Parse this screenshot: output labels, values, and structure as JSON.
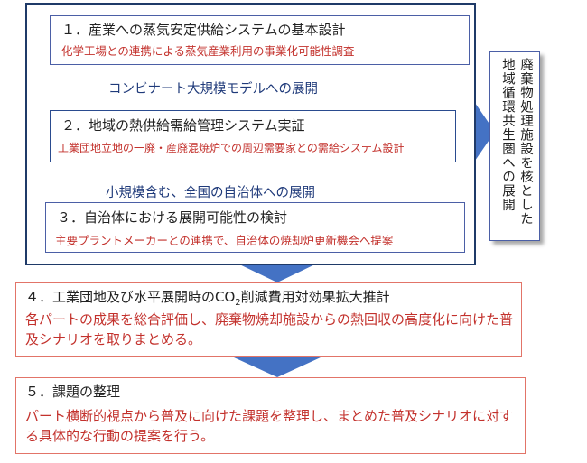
{
  "box1": {
    "title": "１．産業への蒸気安定供給システムの基本設計",
    "subtitle": "化学工場との連携による蒸気産業利用の事業化可能性調査"
  },
  "arrow_label_1": "コンビナート大規模モデルへの展開",
  "box2": {
    "title": "２．地域の熱供給需給管理システム実証",
    "subtitle": "工業団地立地の一廃・産廃混焼炉での周辺需要家との需給システム設計"
  },
  "arrow_label_2": "小規模含む、全国の自治体への展開",
  "box3": {
    "title": "３．自治体における展開可能性の検討",
    "subtitle": "主要プラントメーカーとの連携で、自治体の焼却炉更新機会へ提案"
  },
  "side_box": {
    "col1": "廃棄物処理施設を核とした",
    "col2": "地域循環共生圏への展開"
  },
  "box4": {
    "title_pre": "４．工業団地及び水平展開時の",
    "title_co": "CO",
    "title_sub": "2",
    "title_post": "削減費用対効果拡大推計",
    "body": "各パートの成果を総合評価し、廃棄物焼却施設からの熱回収の高度化に向けた普及シナリオを取りまとめる。"
  },
  "box5": {
    "title": "５．課題の整理",
    "body": "パート横断的視点から普及に向けた課題を整理し、まとめた普及シナリオに対する具体的な行動の提案を行う。"
  },
  "colors": {
    "arrow": "#4472c4",
    "frame": "#1f3a68",
    "accent_red": "#c3312c",
    "box_border_red": "#e27468"
  }
}
